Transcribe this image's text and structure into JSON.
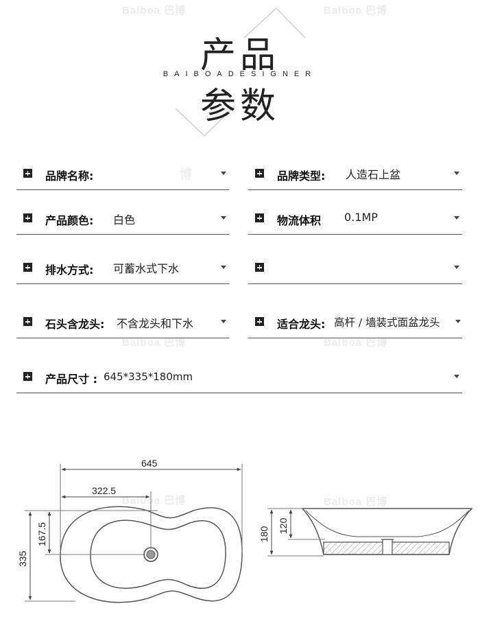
{
  "watermark": {
    "brand": "Balboa",
    "brand_cn": "巴博",
    "center_mark": "博"
  },
  "header": {
    "title_top": "产品",
    "subtitle": "BAIBOADESIGNER",
    "title_bottom": "参数"
  },
  "params": [
    {
      "label": "品牌名称:",
      "value": ""
    },
    {
      "label": "品牌类型:",
      "value": "人造石上盆"
    },
    {
      "label": "产品颜色:",
      "value": "白色"
    },
    {
      "label": "物流体积",
      "value": "0.1MP"
    },
    {
      "label": "排水方式:",
      "value": "可蓄水式下水"
    },
    {
      "label": "",
      "value": ""
    },
    {
      "label": "石头含龙头:",
      "value": "不含龙头和下水"
    },
    {
      "label": "适合龙头:",
      "value": "高杆 / 墙装式面盆龙头"
    },
    {
      "label": "产品尺寸 :",
      "value": "645*335*180mm"
    }
  ],
  "dimensions": {
    "top_view": {
      "width": "645",
      "half_width": "322.5",
      "depth": "335",
      "half_depth": "167.5"
    },
    "side_view": {
      "height": "180",
      "inner_height": "120"
    }
  },
  "colors": {
    "line": "#555555",
    "text": "#222222",
    "hatch": "#bfbfbf"
  }
}
